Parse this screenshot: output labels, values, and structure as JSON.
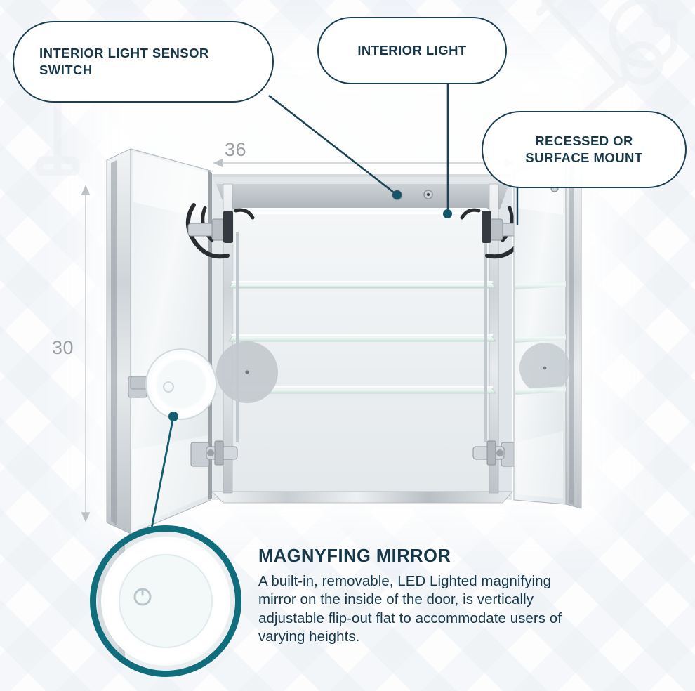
{
  "callouts": [
    {
      "id": "interior-light-sensor-switch",
      "label": "INTERIOR LIGHT SENSOR SWITCH"
    },
    {
      "id": "interior-light",
      "label": "INTERIOR LIGHT"
    },
    {
      "id": "recessed-or-surface-mount",
      "label": "RECESSED OR SURFACE MOUNT"
    }
  ],
  "dimensions": {
    "width_label": "36",
    "height_label": "30"
  },
  "feature": {
    "title": "MAGNYFING MIRROR",
    "body": "A built-in, removable, LED Lighted magnifying mirror on the inside of the door, is vertically adjustable flip-out flat to accommodate users of varying heights."
  },
  "icons": {
    "faucet_watermark": "faucet-icon",
    "tools_watermark": "wrench-screwdriver-icon",
    "power_button": "power-button-icon"
  },
  "colors": {
    "callout_stroke": "#1b3e52",
    "text_navy": "#16384a",
    "accent_teal": "#0f6d7c",
    "dimension_gray": "#9a9ea3"
  }
}
